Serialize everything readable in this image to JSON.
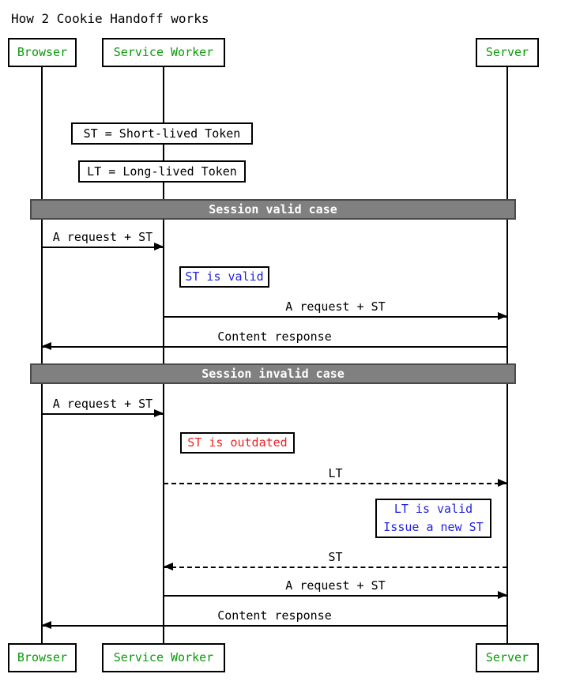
{
  "title": "How 2 Cookie Handoff works",
  "colors": {
    "actor-green": "#0a9a0a",
    "note-blue": "#2222dd",
    "note-red": "#ee2222",
    "bar-fill": "#808080",
    "bar-border": "#4a4a4a",
    "bar-text": "#ffffff",
    "line-black": "#000000"
  },
  "actors": [
    {
      "label": "Browser"
    },
    {
      "label": "Service Worker"
    },
    {
      "label": "Server"
    }
  ],
  "definition_notes": [
    {
      "label": "ST = Short-lived Token"
    },
    {
      "label": "LT = Long-lived Token"
    }
  ],
  "sections": [
    {
      "label": "Session valid case"
    },
    {
      "label": "Session invalid case"
    }
  ],
  "messages": [
    {
      "label": "A request + ST",
      "from": "Browser",
      "to": "Service Worker",
      "line": "solid"
    },
    {
      "label": "A request + ST",
      "from": "Service Worker",
      "to": "Server",
      "line": "solid"
    },
    {
      "label": "Content response",
      "from": "Server",
      "to": "Browser",
      "line": "solid"
    },
    {
      "label": "A request + ST",
      "from": "Browser",
      "to": "Service Worker",
      "line": "solid"
    },
    {
      "label": "LT",
      "from": "Service Worker",
      "to": "Server",
      "line": "dashed"
    },
    {
      "label": "ST",
      "from": "Server",
      "to": "Service Worker",
      "line": "dashed"
    },
    {
      "label": "A request + ST",
      "from": "Service Worker",
      "to": "Server",
      "line": "solid"
    },
    {
      "label": "Content response",
      "from": "Server",
      "to": "Browser",
      "line": "solid"
    }
  ],
  "state_notes": [
    {
      "label": "ST is valid",
      "color": "blue"
    },
    {
      "label": "ST is outdated",
      "color": "red"
    },
    {
      "lines": [
        "LT is valid",
        "Issue a new ST"
      ],
      "color": "blue"
    }
  ]
}
